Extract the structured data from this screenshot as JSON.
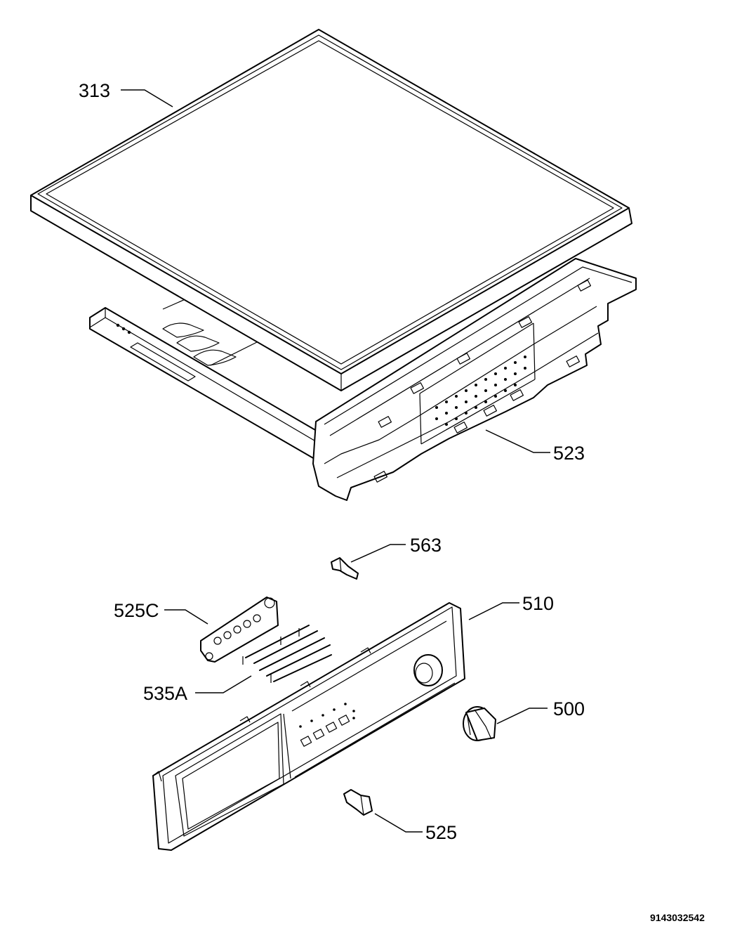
{
  "labels": {
    "p313": "313",
    "p523": "523",
    "p563": "563",
    "p525c": "525C",
    "p510": "510",
    "p535a": "535A",
    "p500": "500",
    "p525": "525"
  },
  "document_code": "9143032542"
}
